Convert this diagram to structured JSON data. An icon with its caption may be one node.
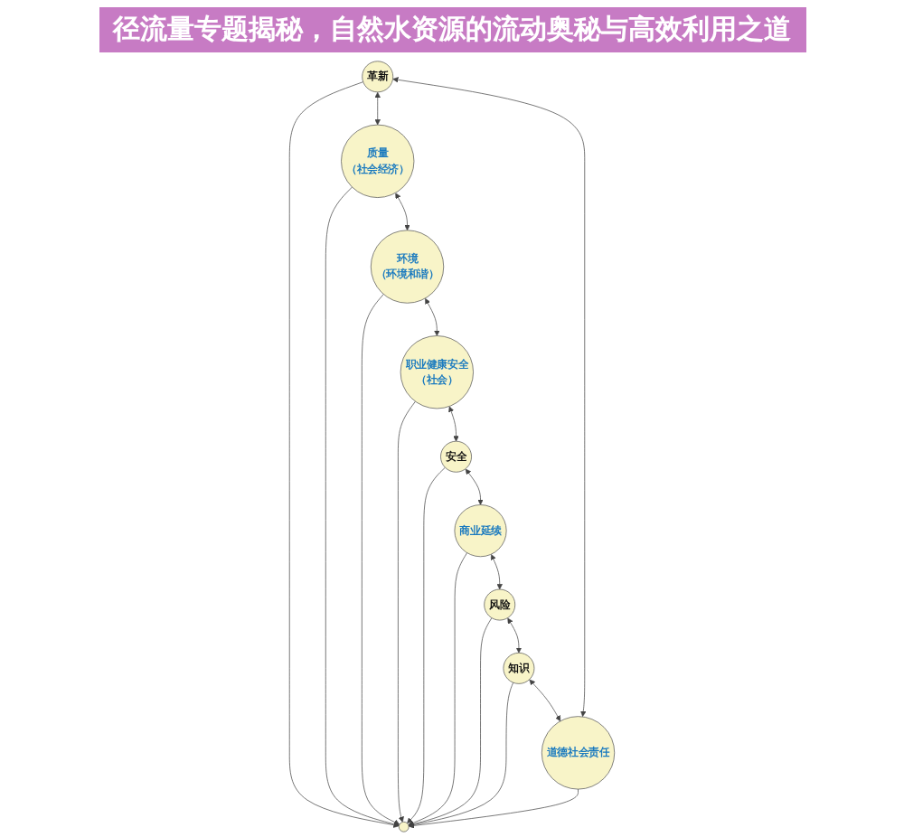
{
  "diagram": {
    "title": "径流量专题揭秘，自然水资源的流动奥秘与高效利用之道",
    "nodes": [
      {
        "text": [
          "革新"
        ]
      },
      {
        "text": [
          "质量",
          "（社会经济）"
        ]
      },
      {
        "text": [
          "环境",
          "（环境和谐）"
        ]
      },
      {
        "text": [
          "职业健康安全",
          "（社会）"
        ]
      },
      {
        "text": [
          "安全"
        ]
      },
      {
        "text": [
          "商业延续"
        ]
      },
      {
        "text": [
          "风险"
        ]
      },
      {
        "text": [
          "知识"
        ]
      },
      {
        "text": [
          "道德社会责任"
        ]
      },
      {
        "text": [],
        "shape": "circle"
      }
    ],
    "edges": [
      {
        "from": 8,
        "to": 0,
        "arrow": "both"
      },
      {
        "from": 0,
        "to": 1,
        "arrow": "both"
      },
      {
        "from": 1,
        "to": 2,
        "arrow": "both"
      },
      {
        "from": 2,
        "to": 3,
        "arrow": "both"
      },
      {
        "from": 3,
        "to": 4,
        "arrow": "both"
      },
      {
        "from": 4,
        "to": 5,
        "arrow": "both"
      },
      {
        "from": 5,
        "to": 6,
        "arrow": "both"
      },
      {
        "from": 6,
        "to": 7,
        "arrow": "both"
      },
      {
        "from": 7,
        "to": 8,
        "arrow": "both"
      },
      {
        "from": 0,
        "to": 9,
        "arrow": "to"
      },
      {
        "from": 1,
        "to": 9,
        "arrow": "to"
      },
      {
        "from": 2,
        "to": 9,
        "arrow": "to"
      },
      {
        "from": 3,
        "to": 9,
        "arrow": "to"
      },
      {
        "from": 4,
        "to": 9,
        "arrow": "to"
      },
      {
        "from": 5,
        "to": 9,
        "arrow": "to"
      },
      {
        "from": 6,
        "to": 9,
        "arrow": "to"
      },
      {
        "from": 7,
        "to": 9,
        "arrow": "to"
      },
      {
        "from": 8,
        "to": 9,
        "arrow": "to"
      }
    ]
  }
}
